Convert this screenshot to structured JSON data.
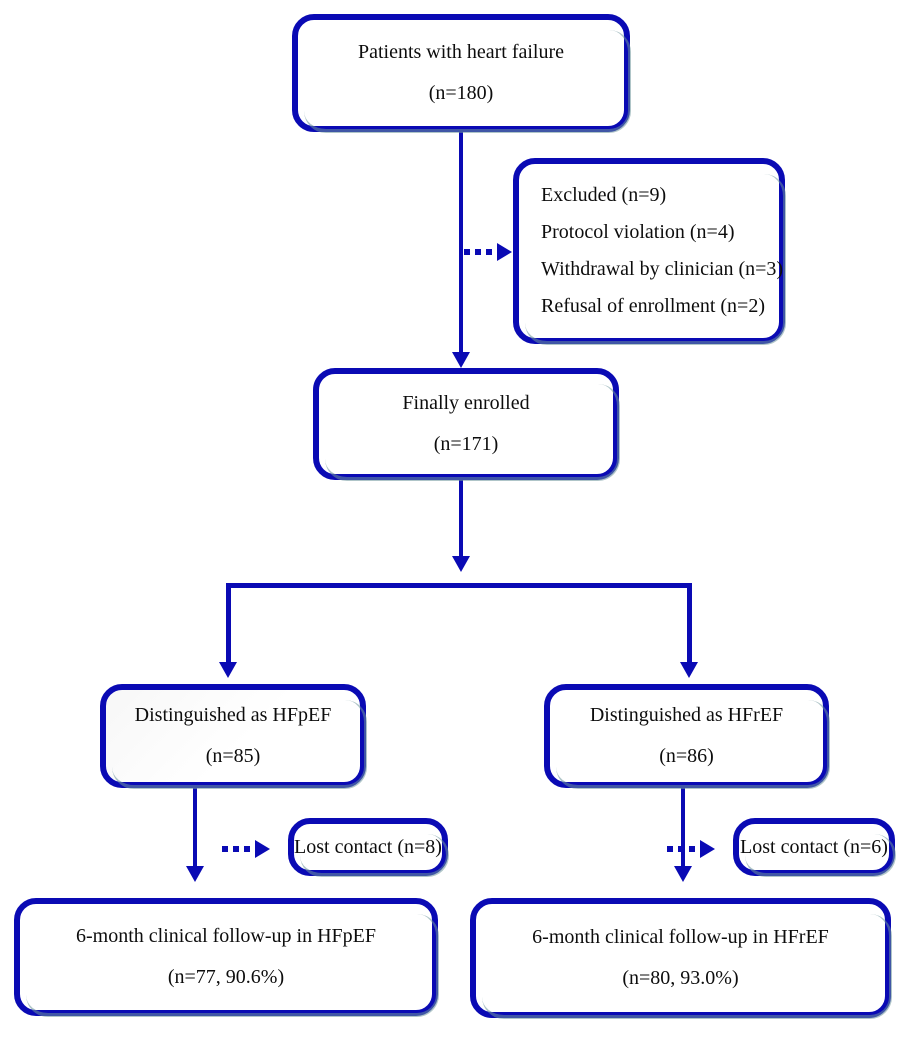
{
  "figure": {
    "type": "flowchart",
    "title": "Study enrollment and follow-up flow diagram",
    "accent_color": "#0A0AB4",
    "text_color": "#0D0D0D",
    "background_color": "#FFFFFF"
  },
  "nodes": {
    "heart_failure": {
      "line1": "Patients with heart failure",
      "line2": "(n=180)",
      "count": 180
    },
    "excluded": {
      "line1": "Excluded (n=9)",
      "line2": "Protocol violation (n=4)",
      "line3": "Withdrawal by clinician (n=3)",
      "line4": "Refusal of enrollment (n=2)",
      "total_excluded": 9,
      "protocol_violation": 4,
      "withdrawal_by_clinician": 3,
      "refusal_of_enrollment": 2
    },
    "enrolled": {
      "line1": "Finally enrolled",
      "line2": "(n=171)",
      "count": 171
    },
    "hfpef": {
      "line1": "Distinguished as HFpEF",
      "line2": "(n=85)",
      "count": 85
    },
    "hfref": {
      "line1": "Distinguished as HFrEF",
      "line2": "(n=86)",
      "count": 86
    },
    "lost_contact_hfpef": {
      "line1": "Lost contact (n=8)",
      "count": 8
    },
    "lost_contact_hfref": {
      "line1": "Lost contact (n=6)",
      "count": 6
    },
    "followup_hfpef": {
      "line1": "6-month clinical follow-up in HFpEF",
      "line2": "(n=77, 90.6%)",
      "count": 77,
      "percent": "90.6%"
    },
    "followup_hfref": {
      "line1": "6-month clinical follow-up in HFrEF",
      "line2": "(n=80, 93.0%)",
      "count": 80,
      "percent": "93.0%"
    }
  },
  "connectors": [
    {
      "name": "heart-failure-to-enrolled",
      "style": "solid-arrow",
      "direction": "down"
    },
    {
      "name": "heart-failure-to-excluded",
      "style": "dotted-arrow",
      "direction": "right"
    },
    {
      "name": "enrolled-to-split",
      "style": "solid-arrow",
      "direction": "down"
    },
    {
      "name": "split-to-hfpef",
      "style": "solid-arrow",
      "direction": "down"
    },
    {
      "name": "split-to-hfref",
      "style": "solid-arrow",
      "direction": "down"
    },
    {
      "name": "hfpef-to-lost-contact",
      "style": "dotted-arrow",
      "direction": "right"
    },
    {
      "name": "hfref-to-lost-contact",
      "style": "dotted-arrow",
      "direction": "right"
    },
    {
      "name": "hfpef-to-followup",
      "style": "solid-arrow",
      "direction": "down"
    },
    {
      "name": "hfref-to-followup",
      "style": "solid-arrow",
      "direction": "down"
    }
  ]
}
